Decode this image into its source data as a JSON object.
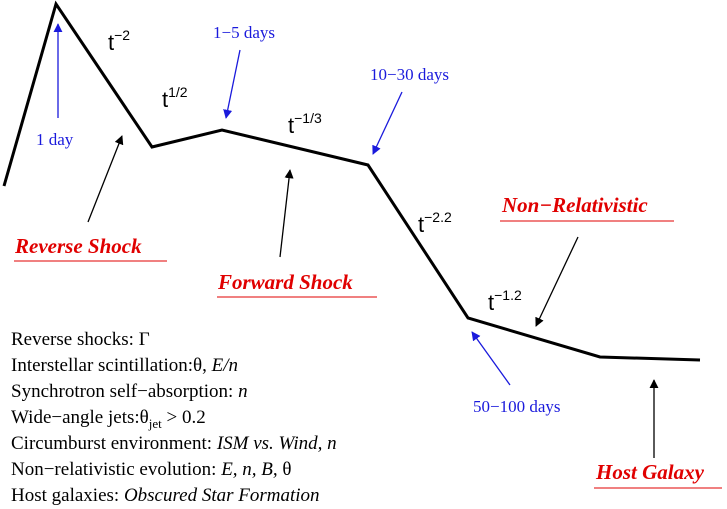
{
  "colors": {
    "curve": "#000000",
    "arrow_black": "#000000",
    "blue": "#1a1adc",
    "red": "#e00000"
  },
  "slopes": {
    "t_m2": {
      "base": "t",
      "exp": "−2"
    },
    "t_half": {
      "base": "t",
      "exp": "1/2"
    },
    "t_m1_3": {
      "base": "t",
      "exp": "−1/3"
    },
    "t_m2_2": {
      "base": "t",
      "exp": "−2.2"
    },
    "t_m1_2": {
      "base": "t",
      "exp": "−1.2"
    }
  },
  "times": {
    "one_day": "1 day",
    "one_five_days": "1−5 days",
    "ten_thirty_days": "10−30 days",
    "fifty_hundred_days": "50−100 days"
  },
  "phases": {
    "reverse_shock": "Reverse Shock",
    "forward_shock": "Forward Shock",
    "non_relativistic": "Non−Relativistic",
    "host_galaxy": "Host Galaxy"
  },
  "probes": [
    {
      "plain": "Reverse shocks: ",
      "sym": "Γ"
    },
    {
      "plain": "Interstellar scintillation:",
      "sym": "θ",
      "plain2": ",  ",
      "italic": "E/n"
    },
    {
      "plain": "Synchrotron self−absorption: ",
      "italic": "n"
    },
    {
      "plain": "Wide−angle jets:",
      "sym": "θ",
      "sub": "jet",
      "plain2": "  > 0.2"
    },
    {
      "plain": "Circumburst environment:  ",
      "italic": "ISM vs. Wind, n"
    },
    {
      "plain": "Non−relativistic evolution: ",
      "italic": "E, n, B,",
      "plain2": "  θ"
    },
    {
      "plain": "Host galaxies: ",
      "italic": "Obscured Star Formation"
    }
  ]
}
